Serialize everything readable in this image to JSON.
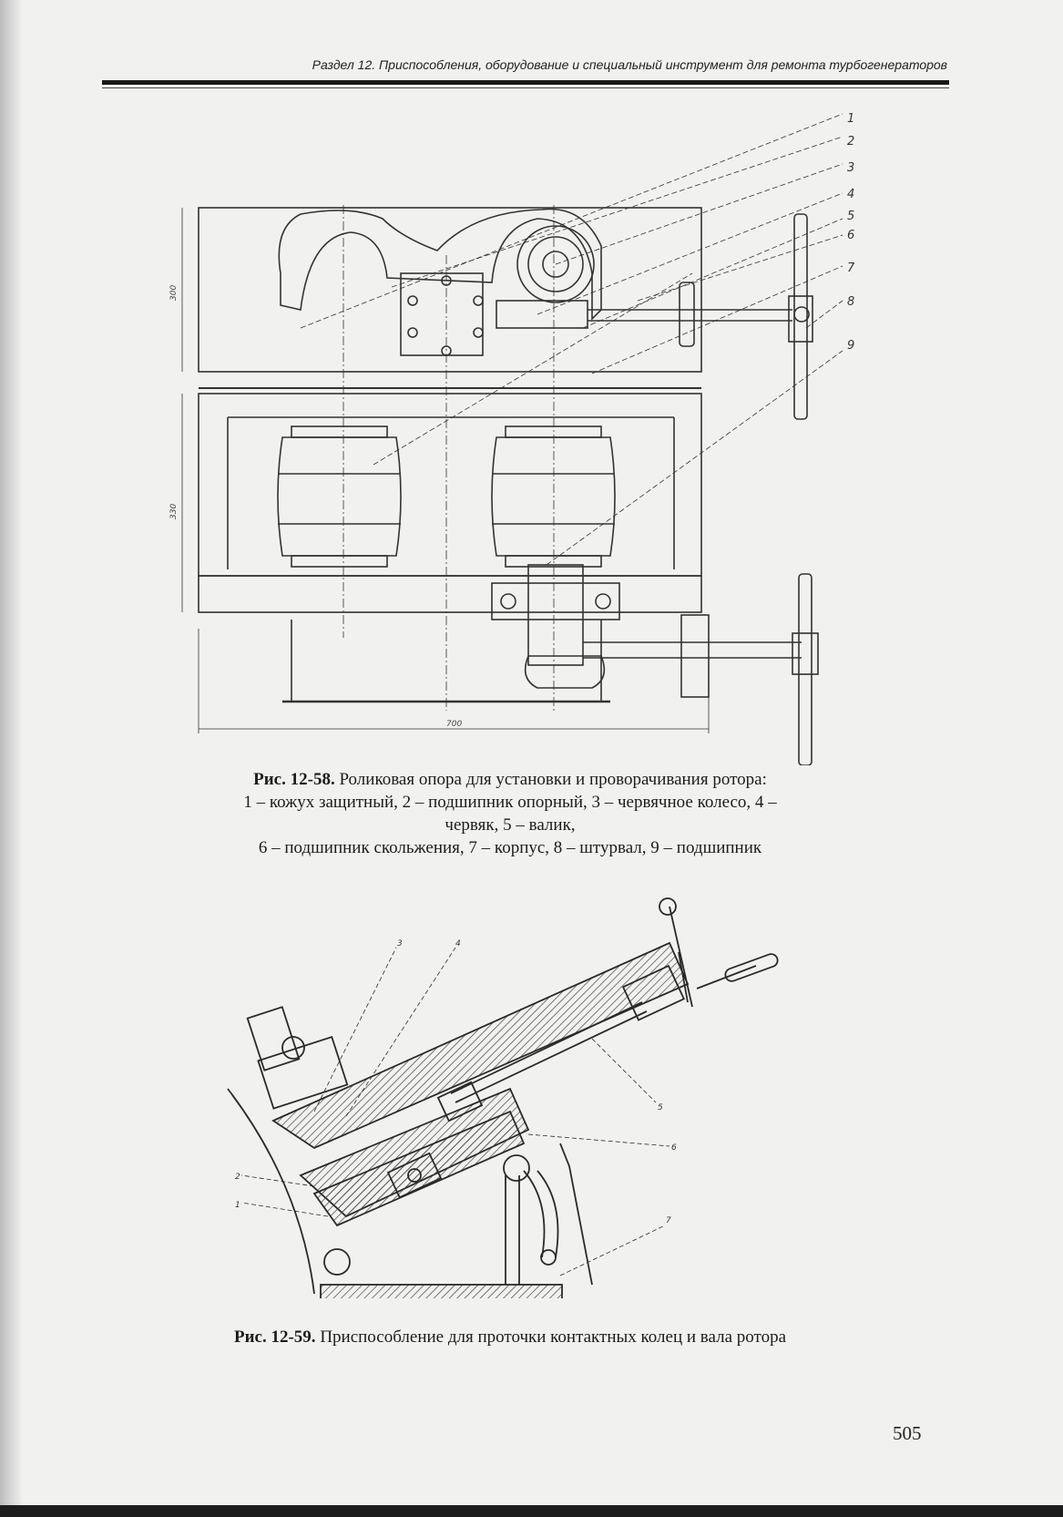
{
  "header": {
    "running_title": "Раздел 12. Приспособления, оборудование и специальный инструмент для ремонта турбогенераторов"
  },
  "figure_58": {
    "callouts": [
      "1",
      "2",
      "3",
      "4",
      "5",
      "6",
      "7",
      "8",
      "9"
    ],
    "dimensions": {
      "height_top": "300",
      "height_bottom": "330",
      "width": "700"
    },
    "caption": {
      "label": "Рис. 12-58.",
      "title": "Роликовая опора для установки и проворачивания ротора:",
      "line2": "1 – кожух защитный, 2 – подшипник опорный, 3 – червячное колесо, 4 –",
      "line3": "червяк, 5 – валик,",
      "line4": "6 – подшипник скольжения, 7 – корпус, 8 – штурвал, 9 – подшипник"
    }
  },
  "figure_59": {
    "callouts": [
      "1",
      "2",
      "3",
      "4",
      "5",
      "6",
      "7"
    ],
    "caption": {
      "label": "Рис. 12-59.",
      "title": "Приспособление для проточки контактных колец и вала ротора"
    }
  },
  "page_number": "505"
}
